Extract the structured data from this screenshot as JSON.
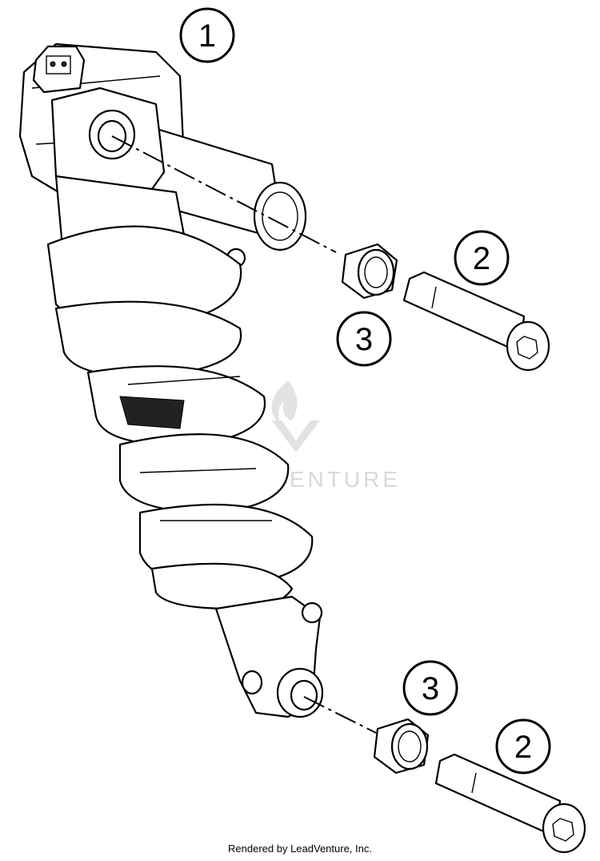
{
  "callouts": {
    "c1": "1",
    "c2_upper": "2",
    "c3_upper": "3",
    "c3_lower": "3",
    "c2_lower": "2"
  },
  "watermark": {
    "text": "DVENTURE"
  },
  "footer": {
    "text": "Rendered by LeadVenture, Inc."
  }
}
